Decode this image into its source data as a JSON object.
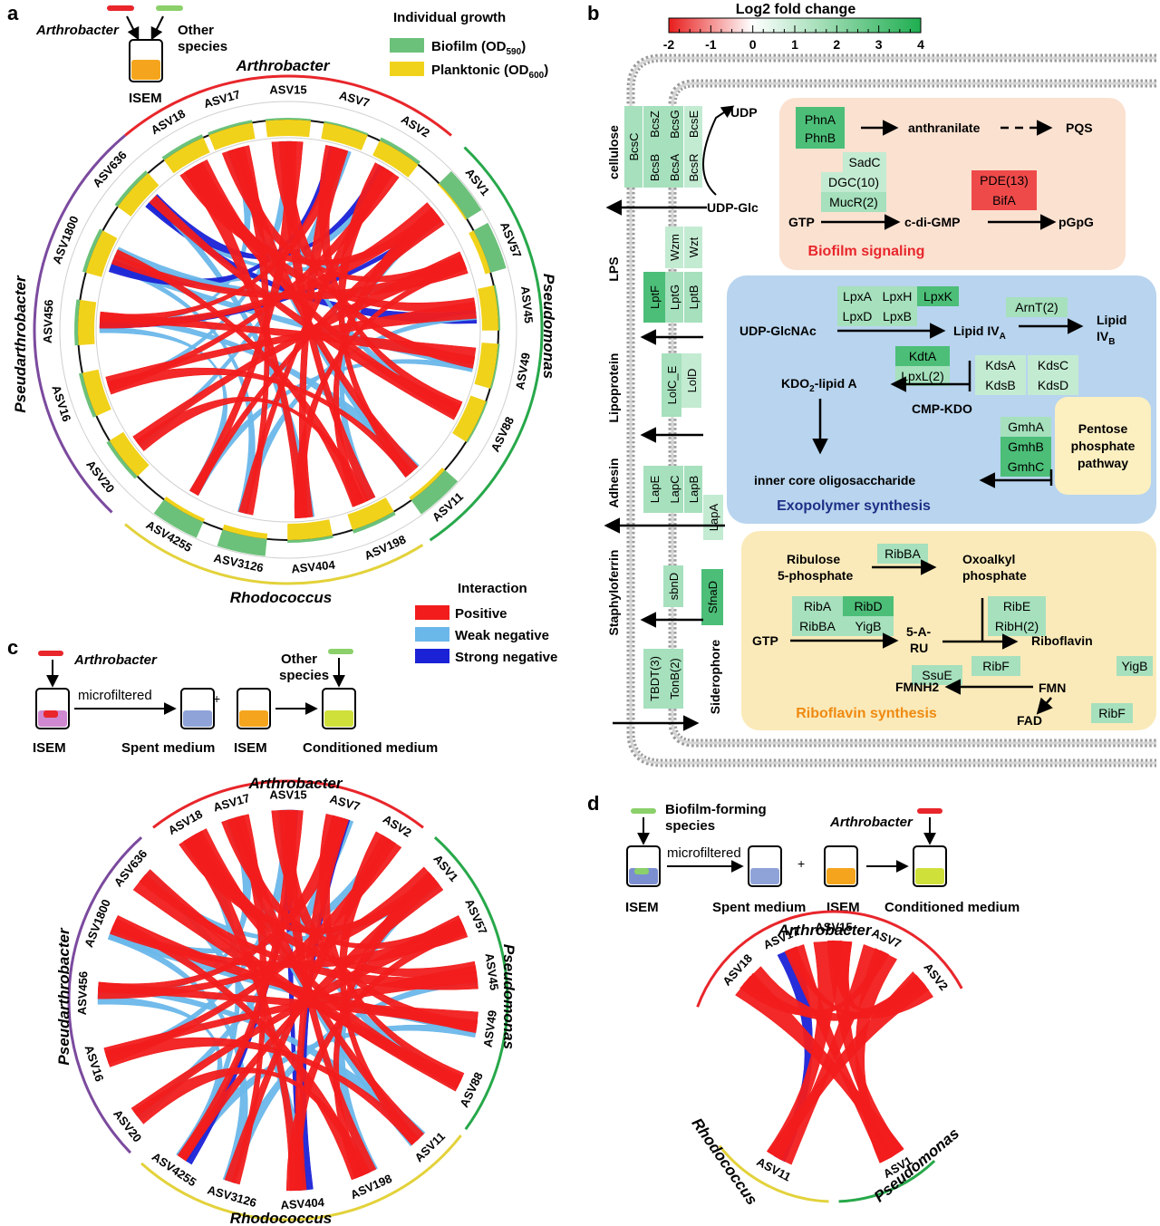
{
  "panel_labels": {
    "a": "a",
    "b": "b",
    "c": "c",
    "d": "d"
  },
  "colors": {
    "arthrobacter": "#e8262b",
    "pseudomonas": "#27a84a",
    "rhodococcus": "#e3d23b",
    "pseudarthrobacter": "#7b4a9e",
    "positive": "#f21c1c",
    "weak_negative": "#6ab7ea",
    "strong_negative": "#1b22d6",
    "biofilm": "#6cc17a",
    "planktonic": "#f1d21a",
    "signal_box": "#fbe1d0",
    "exo_box": "#b8d4ee",
    "ribo_box": "#fbeab9",
    "pentose_box": "#fcefc0",
    "gene_mid": "#a6e0bd",
    "gene_high": "#4cbe78",
    "gene_low": "#d3f0de",
    "gene_red": "#ef4a4a"
  },
  "panel_a": {
    "diagram": {
      "arthrobacter": "Arthrobacter",
      "other": "Other\nspecies",
      "medium": "ISEM"
    },
    "legend": {
      "title": "Individual growth",
      "biofilm": "Biofilm (OD",
      "biofilm_sub": "590",
      "biofilm_end": ")",
      "planktonic": "Planktonic (OD",
      "planktonic_sub": "600",
      "planktonic_end": ")"
    },
    "groups": {
      "arthrobacter": "Arthrobacter",
      "pseudomonas": "Pseudomonas",
      "rhodococcus": "Rhodococcus",
      "pseudarthrobacter": "Pseudarthrobacter"
    },
    "nodes": [
      "ASV18",
      "ASV17",
      "ASV15",
      "ASV7",
      "ASV2",
      "ASV1",
      "ASV57",
      "ASV45",
      "ASV49",
      "ASV88",
      "ASV11",
      "ASV198",
      "ASV404",
      "ASV3126",
      "ASV4255",
      "ASV20",
      "ASV16",
      "ASV456",
      "ASV1800",
      "ASV636"
    ],
    "interaction_legend": {
      "title": "Interaction",
      "positive": "Positive",
      "weak": "Weak negative",
      "strong": "Strong negative"
    }
  },
  "panel_b": {
    "scale": {
      "title": "Log2 fold change",
      "ticks": [
        "-2",
        "-1",
        "0",
        "1",
        "2",
        "3",
        "4"
      ]
    },
    "left_labels": {
      "cellulose": "cellulose",
      "lps": "LPS",
      "lipoprotein": "Lipoprotein",
      "adhesin": "Adhesin",
      "staphyloferrin": "Staphyloferrin",
      "siderophore": "Siderophore"
    },
    "genes_membrane": [
      "BcsC",
      "BcsB",
      "BcsZ",
      "BcsA",
      "BcsG",
      "BcsR",
      "BcsE",
      "Wzm",
      "Wzt",
      "LptF",
      "LptG",
      "LptB",
      "LolC_E",
      "LolD",
      "LapE",
      "LapC",
      "LapB",
      "LapA",
      "sbnD",
      "SfnaD",
      "TBDT(3)",
      "TonB(2)"
    ],
    "text": {
      "udp": "UDP",
      "udp_glc": "UDP-Glc"
    },
    "signaling": {
      "title": "Biofilm signaling",
      "phna": "PhnA",
      "phnb": "PhnB",
      "anthranilate": "anthranilate",
      "pqs": "PQS",
      "sadc": "SadC",
      "dgc": "DGC(10)",
      "mucr": "MucR(2)",
      "pde": "PDE(13)",
      "bifa": "BifA",
      "gtp": "GTP",
      "cdigmp": "c-di-GMP",
      "pgpg": "pGpG"
    },
    "exopolymer": {
      "title": "Exopolymer synthesis",
      "lpxa": "LpxA",
      "lpxh": "LpxH",
      "lpxk": "LpxK",
      "lpxd": "LpxD",
      "lpxb": "LpxB",
      "arnt": "ArnT(2)",
      "udp_glcnac": "UDP-GlcNAc",
      "lipid": "Lipid IV",
      "lipid_sub": "A",
      "lipid2": "Lipid",
      "lipid2b": "IV",
      "lipid2_sub": "B",
      "kdta": "KdtA",
      "lpxl": "LpxL(2)",
      "kdo2": "KDO",
      "kdo2_sub": "2",
      "kdo2_end": "-lipid A",
      "kdsa": "KdsA",
      "kdsc": "KdsC",
      "kdsb": "KdsB",
      "kdsd": "KdsD",
      "cmp_kdo": "CMP-KDO",
      "gmha": "GmhA",
      "gmhb": "GmhB",
      "gmhc": "GmhC",
      "inner": "inner core oligosaccharide",
      "pentose1": "Pentose",
      "pentose2": "phosphate",
      "pentose3": "pathway"
    },
    "riboflavin": {
      "title": "Riboflavin synthesis",
      "ribulose1": "Ribulose",
      "ribulose2": "5-phosphate",
      "ribba1": "RibBA",
      "oxo1": "Oxoalkyl",
      "oxo2": "phosphate",
      "riba": "RibA",
      "ribd": "RibD",
      "ribba2": "RibBA",
      "yigb1": "YigB",
      "ribe": "RibE",
      "ribh": "RibH(2)",
      "gtp": "GTP",
      "aru1": "5-A-",
      "aru2": "RU",
      "riboflavin": "Riboflavin",
      "ssue": "SsuE",
      "ribf1": "RibF",
      "yigb2": "YigB",
      "fmnh2": "FMNH2",
      "fmn": "FMN",
      "fad": "FAD",
      "ribf2": "RibF"
    }
  },
  "panel_c": {
    "diagram": {
      "arthrobacter": "Arthrobacter",
      "microfiltered": "microfiltered",
      "plus": "+",
      "other": "Other\nspecies",
      "isem1": "ISEM",
      "spent": "Spent medium",
      "isem2": "ISEM",
      "conditioned": "Conditioned medium"
    },
    "groups": {
      "arthrobacter": "Arthrobacter",
      "pseudomonas": "Pseudomonas",
      "rhodococcus": "Rhodococcus",
      "pseudarthrobacter": "Pseudarthrobacter"
    },
    "nodes": [
      "ASV18",
      "ASV17",
      "ASV15",
      "ASV7",
      "ASV2",
      "ASV1",
      "ASV57",
      "ASV45",
      "ASV49",
      "ASV88",
      "ASV11",
      "ASV198",
      "ASV404",
      "ASV3126",
      "ASV4255",
      "ASV20",
      "ASV16",
      "ASV456",
      "ASV1800",
      "ASV636"
    ]
  },
  "panel_d": {
    "diagram": {
      "biofilm_species": "Biofilm-forming\nspecies",
      "microfiltered": "microfiltered",
      "plus": "+",
      "arthrobacter": "Arthrobacter",
      "isem1": "ISEM",
      "spent": "Spent medium",
      "isem2": "ISEM",
      "conditioned": "Conditioned medium"
    },
    "groups": {
      "arthrobacter": "Arthrobacter",
      "rhodococcus": "Rhodococcus",
      "pseudomonas": "Pseudomonas"
    },
    "nodes": [
      "ASV18",
      "ASV17",
      "ASV15",
      "ASV7",
      "ASV2",
      "ASV1",
      "ASV11"
    ]
  }
}
